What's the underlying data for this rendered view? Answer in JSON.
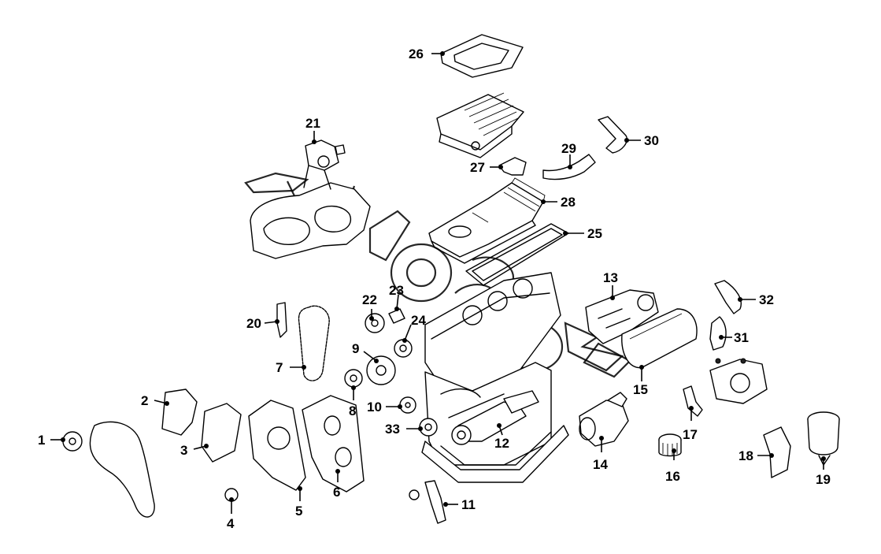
{
  "diagram": {
    "callouts": [
      {
        "id": "1",
        "label": "1"
      },
      {
        "id": "2",
        "label": "2"
      },
      {
        "id": "3",
        "label": "3"
      },
      {
        "id": "4",
        "label": "4"
      },
      {
        "id": "5",
        "label": "5"
      },
      {
        "id": "6",
        "label": "6"
      },
      {
        "id": "7",
        "label": "7"
      },
      {
        "id": "8",
        "label": "8"
      },
      {
        "id": "9",
        "label": "9"
      },
      {
        "id": "10",
        "label": "10"
      },
      {
        "id": "11",
        "label": "11"
      },
      {
        "id": "12",
        "label": "12"
      },
      {
        "id": "13",
        "label": "13"
      },
      {
        "id": "14",
        "label": "14"
      },
      {
        "id": "15",
        "label": "15"
      },
      {
        "id": "16",
        "label": "16"
      },
      {
        "id": "17",
        "label": "17"
      },
      {
        "id": "18",
        "label": "18"
      },
      {
        "id": "19",
        "label": "19"
      },
      {
        "id": "20",
        "label": "20"
      },
      {
        "id": "21",
        "label": "21"
      },
      {
        "id": "22",
        "label": "22"
      },
      {
        "id": "23",
        "label": "23"
      },
      {
        "id": "24",
        "label": "24"
      },
      {
        "id": "25",
        "label": "25"
      },
      {
        "id": "26",
        "label": "26"
      },
      {
        "id": "27",
        "label": "27"
      },
      {
        "id": "28",
        "label": "28"
      },
      {
        "id": "29",
        "label": "29"
      },
      {
        "id": "30",
        "label": "30"
      },
      {
        "id": "31",
        "label": "31"
      },
      {
        "id": "32",
        "label": "32"
      },
      {
        "id": "33",
        "label": "33"
      }
    ]
  }
}
